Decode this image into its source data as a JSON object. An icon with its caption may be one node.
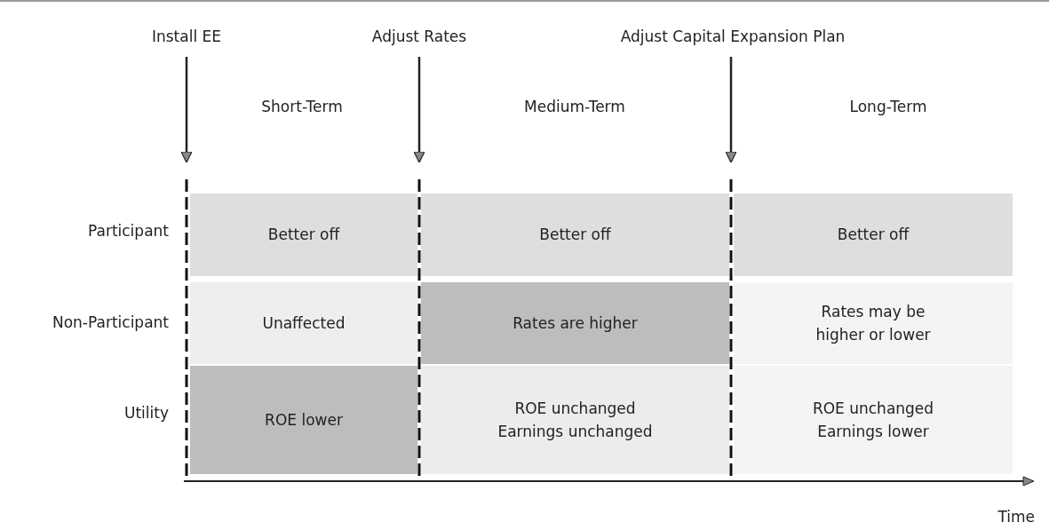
{
  "diagram": {
    "nodes": [
      {
        "text": [
          "Install EE"
        ]
      },
      {
        "text": [
          "Adjust Rates"
        ]
      },
      {
        "text": [
          "Adjust Capital Expansion Plan"
        ]
      },
      {
        "text": [
          "Better off"
        ]
      },
      {
        "text": [
          "Better off"
        ]
      },
      {
        "text": [
          "Better off"
        ]
      },
      {
        "text": [
          "Unaffected"
        ]
      },
      {
        "text": [
          "Rates are higher"
        ]
      },
      {
        "text": [
          "Rates may be higher or lower"
        ]
      },
      {
        "text": [
          "ROE lower"
        ]
      },
      {
        "text": [
          "ROE unchanged",
          "Earnings unchanged"
        ]
      },
      {
        "text": [
          "ROE unchanged",
          "Earnings lower"
        ]
      }
    ],
    "edges": [
      {
        "from": 0,
        "to": null,
        "arrow": "to"
      },
      {
        "from": 1,
        "to": null,
        "arrow": "to"
      },
      {
        "from": 2,
        "to": null,
        "arrow": "to"
      }
    ],
    "labels": [
      "Short-Term",
      "Medium-Term",
      "Long-Term",
      "Participant",
      "Non-Participant",
      "Utility",
      "Time"
    ]
  }
}
